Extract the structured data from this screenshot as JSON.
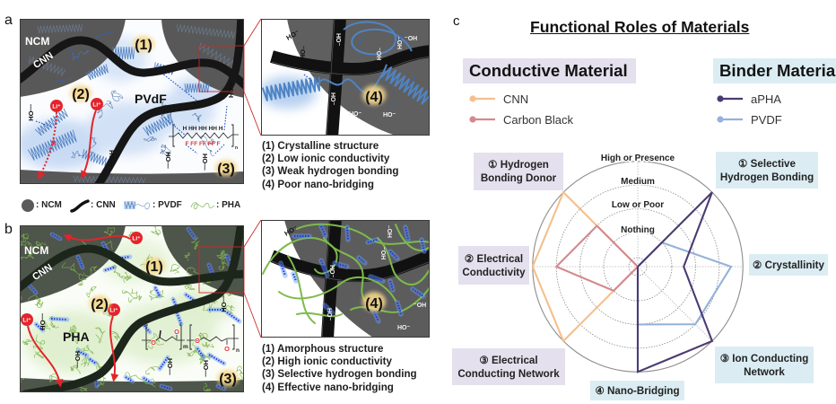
{
  "figure": {
    "panel_labels": {
      "a": "a",
      "b": "b",
      "c": "c"
    },
    "common": {
      "li_ion": "Li⁺",
      "hydroxyl_up": "HO—",
      "hydroxyl_down": "—OH",
      "inset_hydroxyl": "HO⁻",
      "inset_hydroxyl_rev": "⁻OH",
      "cross_mark": "×"
    },
    "panel_a": {
      "ncm_label": "NCM",
      "cnn_label": "CNN",
      "binder_label": "PVdF",
      "markers": [
        "(1)",
        "(2)",
        "(3)",
        "(4)"
      ],
      "structure": {
        "h_row": "H HH HH HH H",
        "f_row": "F FF FF FF F",
        "repeat": "n"
      },
      "captions": [
        "(1) Crystalline structure",
        "(2) Low ionic conductivity",
        "(3) Weak hydrogen bonding",
        "(4) Poor nano-bridging"
      ]
    },
    "legend": [
      {
        "icon": "ncm-particle-icon",
        "label": ": NCM"
      },
      {
        "icon": "cnn-fiber-icon",
        "label": ": CNN"
      },
      {
        "icon": "pvdf-chain-icon",
        "label": ": PVDF"
      },
      {
        "icon": "pha-chain-icon",
        "label": ": PHA"
      }
    ],
    "panel_b": {
      "ncm_label": "NCM",
      "cnn_label": "CNN",
      "binder_label": "PHA",
      "markers": [
        "(1)",
        "(2)",
        "(3)",
        "(4)"
      ],
      "structure": {
        "oxygen": "O",
        "repeat_m": "m",
        "repeat_n": "n"
      },
      "captions": [
        "(1) Amorphous structure",
        "(2) High ionic conductivity",
        "(3) Selective hydrogen bonding",
        "(4) Effective nano-bridging"
      ]
    },
    "panel_c": {
      "title": "Functional Roles of Materials"
    }
  },
  "chart_data": {
    "type": "radar",
    "title": "Functional Roles of Materials",
    "levels": [
      "Nothing",
      "Low or Poor",
      "Medium",
      "High or Presence"
    ],
    "value_range": [
      0,
      4
    ],
    "grid": true,
    "legend_position": "top",
    "groups": [
      {
        "name": "Conductive Material",
        "box_color": "#e4e0ed",
        "axes": [
          {
            "name": "Hydrogen Bonding Donor",
            "lines": [
              "① Hydrogen",
              "Bonding Donor"
            ]
          },
          {
            "name": "Electrical Conductivity",
            "lines": [
              "② Electrical",
              "Conductivity"
            ]
          },
          {
            "name": "Electrical Conducting Network",
            "lines": [
              "③ Electrical",
              "Conducting Network"
            ]
          }
        ],
        "series": [
          {
            "name": "CNN",
            "color": "#f4bf8c",
            "values": [
              4,
              4,
              4
            ]
          },
          {
            "name": "Carbon Black",
            "color": "#d4898e",
            "values": [
              2,
              3,
              1
            ]
          }
        ]
      },
      {
        "name": "Binder Material",
        "box_color": "#dbedf3",
        "axes": [
          {
            "name": "Selective Hydrogen Bonding",
            "lines": [
              "① Selective",
              "Hydrogen Bonding"
            ]
          },
          {
            "name": "Crystallinity",
            "lines": [
              "② Crystallinity"
            ]
          },
          {
            "name": "Ion Conducting Network",
            "lines": [
              "③ Ion Conducting",
              "Network"
            ]
          },
          {
            "name": "Nano-Bridging",
            "lines": [
              "④ Nano-Bridging"
            ]
          }
        ],
        "series": [
          {
            "name": "aPHA",
            "color": "#4b3b72",
            "values": [
              4,
              1.5,
              4,
              4
            ]
          },
          {
            "name": "PVDF",
            "color": "#94b2da",
            "values": [
              1,
              3.5,
              3,
              2
            ]
          }
        ]
      }
    ]
  }
}
